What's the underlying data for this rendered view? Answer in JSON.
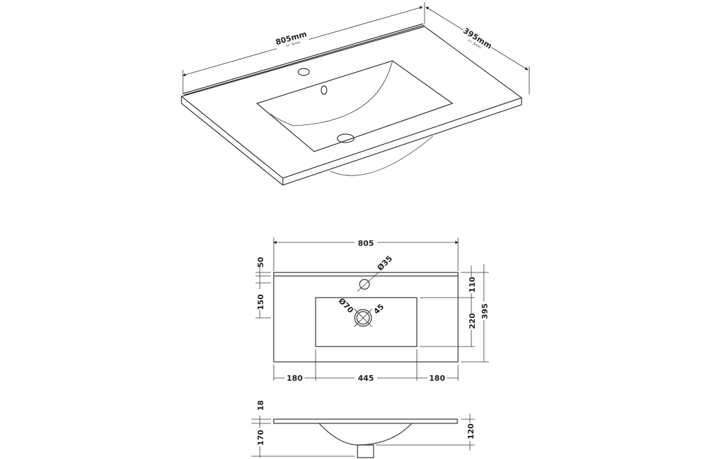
{
  "iso_view": {
    "width_label": "805mm",
    "width_tol": "+/- 5mm",
    "depth_label": "395mm",
    "depth_tol": "+/- 3mm"
  },
  "plan_view": {
    "overall_width": "805",
    "overall_depth": "395",
    "rail": "50",
    "tap_offset": "150",
    "tap_hole": "Ø35",
    "waste": "Ø70",
    "waste_angle": "45",
    "basin_top": "110",
    "basin_depth": "220",
    "left_margin": "180",
    "basin_width": "445",
    "right_margin": "180"
  },
  "side_view": {
    "slab_thickness": "18",
    "total_height": "170",
    "bowl_depth": "120"
  },
  "colors": {
    "line": "#333333",
    "background": "#ffffff"
  }
}
